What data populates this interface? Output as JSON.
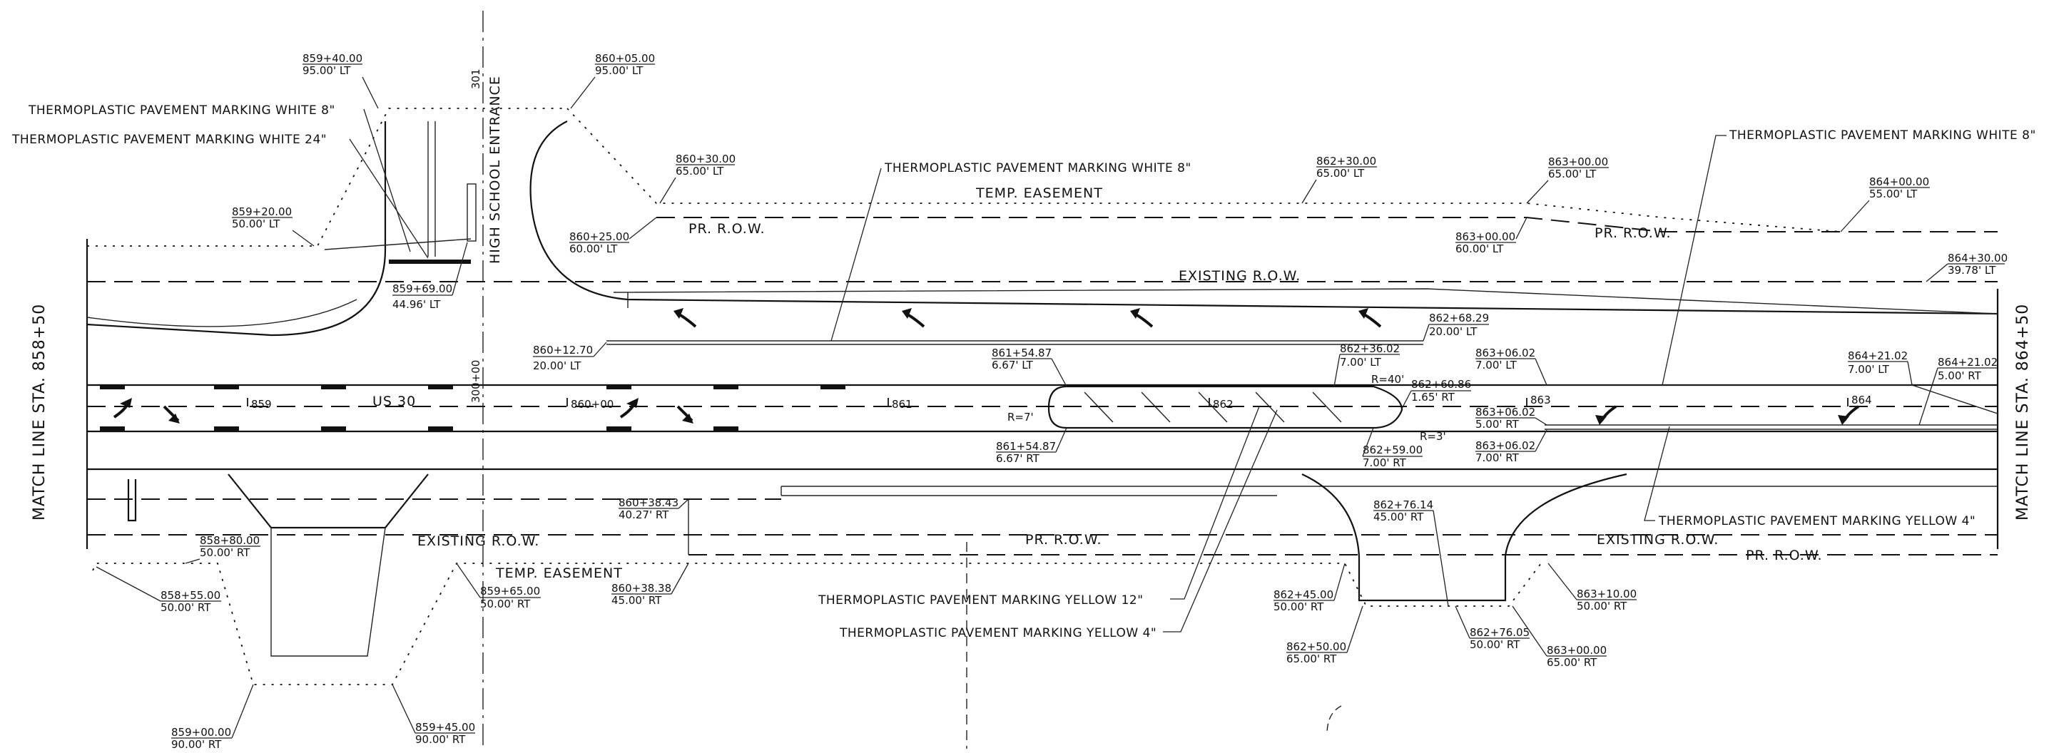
{
  "title": {
    "match_left": "MATCH LINE STA. 858+50",
    "match_right": "MATCH LINE STA. 864+50",
    "road": "US 30",
    "entrance": "HIGH SCHOOL ENTRANCE"
  },
  "row_labels": {
    "temp_easement_top": "TEMP. EASEMENT",
    "pr_row_top_left": "PR. R.O.W.",
    "pr_row_top_right": "PR. R.O.W.",
    "existing_row_top": "EXISTING R.O.W.",
    "existing_row_bottom_left": "EXISTING R.O.W.",
    "temp_easement_bottom": "TEMP. EASEMENT",
    "pr_row_bottom_mid": "PR. R.O.W.",
    "existing_row_bottom_right": "EXISTING R.O.W.",
    "pr_row_bottom_right": "PR. R.O.W."
  },
  "notes": {
    "white8_left": "THERMOPLASTIC PAVEMENT MARKING WHITE 8\"",
    "white24": "THERMOPLASTIC PAVEMENT MARKING WHITE 24\"",
    "white8_mid": "THERMOPLASTIC PAVEMENT MARKING WHITE 8\"",
    "white8_right": "THERMOPLASTIC PAVEMENT MARKING WHITE 8\"",
    "yellow12": "THERMOPLASTIC PAVEMENT MARKING YELLOW 12\"",
    "yellow4_mid": "THERMOPLASTIC PAVEMENT MARKING YELLOW 4\"",
    "yellow4_right": "THERMOPLASTIC PAVEMENT MARKING YELLOW 4\""
  },
  "stations": {
    "s1": {
      "sta": "859+40.00",
      "off": "95.00' LT"
    },
    "s2": {
      "sta": "860+05.00",
      "off": "95.00' LT"
    },
    "s3": {
      "sta": "860+30.00",
      "off": "65.00' LT"
    },
    "s4": {
      "sta": "859+20.00",
      "off": "50.00' LT"
    },
    "s5": {
      "sta": "860+25.00",
      "off": "60.00' LT"
    },
    "s6": {
      "sta": "859+69.00",
      "off": "44.96' LT"
    },
    "s7": {
      "sta": "862+30.00",
      "off": "65.00' LT"
    },
    "s8": {
      "sta": "863+00.00",
      "off": "65.00' LT"
    },
    "s9": {
      "sta": "863+00.00",
      "off": "60.00' LT"
    },
    "s10": {
      "sta": "864+00.00",
      "off": "55.00' LT"
    },
    "s11": {
      "sta": "864+30.00",
      "off": "39.78' LT"
    },
    "s12": {
      "sta": "862+68.29",
      "off": "20.00' LT"
    },
    "s13": {
      "sta": "860+12.70",
      "off": "20.00' LT"
    },
    "s14": {
      "sta": "861+54.87",
      "off": "6.67' LT"
    },
    "s15": {
      "sta": "862+36.02",
      "off": "7.00' LT"
    },
    "s16": {
      "sta": "862+60.86",
      "off": "1.65' RT"
    },
    "s17": {
      "sta": "863+06.02",
      "off": "7.00' LT"
    },
    "s18": {
      "sta": "864+21.02",
      "off": "7.00' LT"
    },
    "s19": {
      "sta": "864+21.02",
      "off": "5.00' RT"
    },
    "s20": {
      "sta": "863+06.02",
      "off": "5.00' RT"
    },
    "s21": {
      "sta": "863+06.02",
      "off": "7.00' RT"
    },
    "s22": {
      "sta": "861+54.87",
      "off": "6.67' RT"
    },
    "s23": {
      "sta": "862+59.00",
      "off": "7.00' RT"
    },
    "s24": {
      "sta": "860+38.43",
      "off": "40.27' RT"
    },
    "s25": {
      "sta": "862+76.14",
      "off": "45.00' RT"
    },
    "s26": {
      "sta": "858+80.00",
      "off": "50.00' RT"
    },
    "s27": {
      "sta": "858+55.00",
      "off": "50.00' RT"
    },
    "s28": {
      "sta": "859+65.00",
      "off": "50.00' RT"
    },
    "s29": {
      "sta": "860+38.38",
      "off": "45.00' RT"
    },
    "s30": {
      "sta": "862+45.00",
      "off": "50.00' RT"
    },
    "s31": {
      "sta": "862+50.00",
      "off": "65.00' RT"
    },
    "s32": {
      "sta": "862+76.05",
      "off": "50.00' RT"
    },
    "s33": {
      "sta": "863+00.00",
      "off": "65.00' RT"
    },
    "s34": {
      "sta": "863+10.00",
      "off": "50.00' RT"
    },
    "s35": {
      "sta": "859+00.00",
      "off": "90.00' RT"
    },
    "s36": {
      "sta": "859+45.00",
      "off": "90.00' RT"
    }
  },
  "stationing": {
    "t859": "859",
    "t860": "860+00",
    "t861": "861",
    "t862": "862",
    "t863": "863",
    "t864": "864",
    "e300": "300+00",
    "e301": "301"
  },
  "radii": {
    "r7": "R=7'",
    "r40": "R=40'",
    "r3": "R=3'"
  }
}
